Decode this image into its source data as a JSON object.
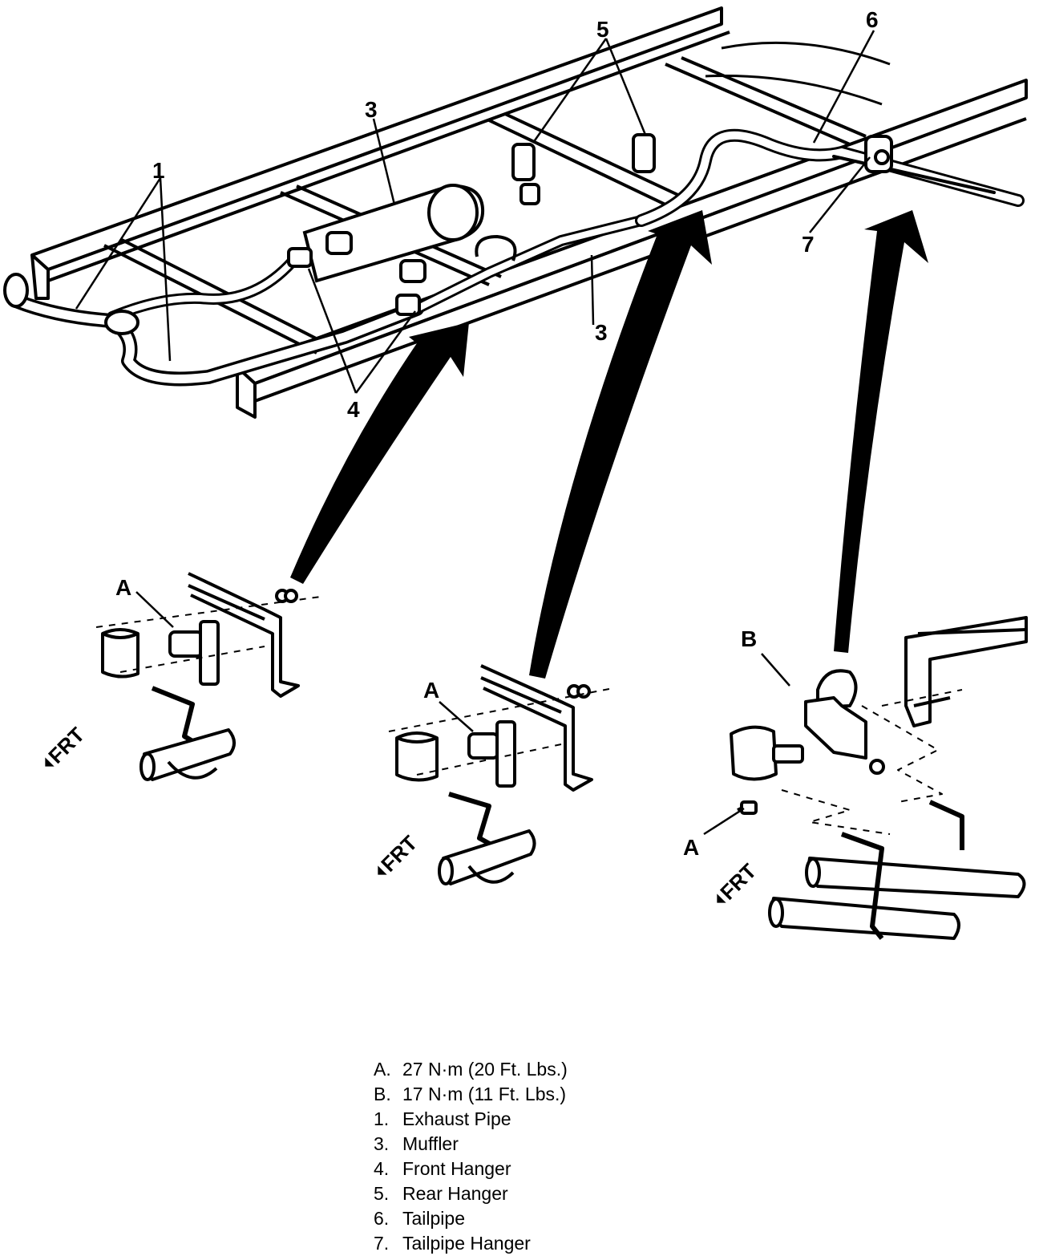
{
  "callouts": {
    "c1": "1",
    "c3a": "3",
    "c3b": "3",
    "c4": "4",
    "c5": "5",
    "c6": "6",
    "c7": "7",
    "detail1_a": "A",
    "detail2_a": "A",
    "detail3_b": "B",
    "detail3_a": "A"
  },
  "direction_labels": {
    "detail1": "FRT",
    "detail2": "FRT",
    "detail3": "FRT"
  },
  "legend": [
    {
      "key": "A.",
      "text": "27 N·m (20 Ft. Lbs.)"
    },
    {
      "key": "B.",
      "text": "17 N·m (11 Ft. Lbs.)"
    },
    {
      "key": "1.",
      "text": "Exhaust Pipe"
    },
    {
      "key": "3.",
      "text": "Muffler"
    },
    {
      "key": "4.",
      "text": "Front Hanger"
    },
    {
      "key": "5.",
      "text": "Rear Hanger"
    },
    {
      "key": "6.",
      "text": "Tailpipe"
    },
    {
      "key": "7.",
      "text": "Tailpipe Hanger"
    }
  ],
  "colors": {
    "ink": "#000000",
    "paper": "#ffffff"
  }
}
